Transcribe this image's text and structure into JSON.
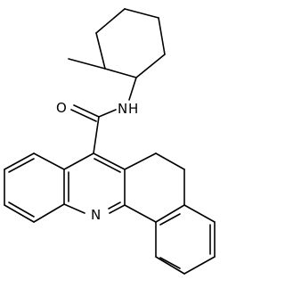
{
  "atoms": {
    "oxygen": "O",
    "amide_nitrogen": "N",
    "amide_hydrogen": "H",
    "ring_nitrogen": "N"
  }
}
